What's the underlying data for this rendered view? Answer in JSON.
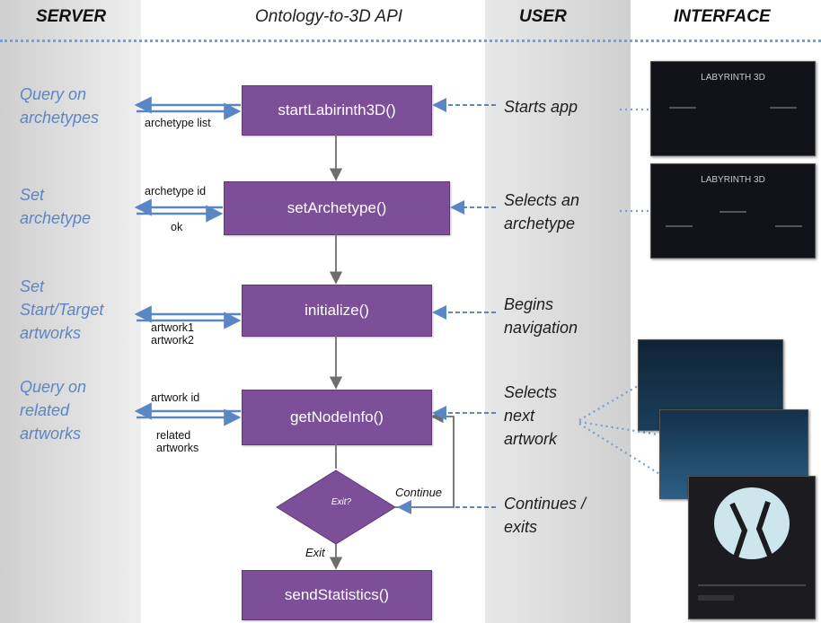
{
  "headers": {
    "server": "SERVER",
    "api": "Ontology-to-3D API",
    "user": "USER",
    "interface": "INTERFACE"
  },
  "server_actions": [
    {
      "lines": [
        "Query on",
        "archetypes"
      ]
    },
    {
      "lines": [
        "Set",
        "archetype"
      ]
    },
    {
      "lines": [
        "Set",
        "Start/Target",
        "artworks"
      ]
    },
    {
      "lines": [
        "Query on",
        "related",
        "artworks"
      ]
    }
  ],
  "api_functions": {
    "start": "startLabirinth3D()",
    "set_archetype": "setArchetype()",
    "initialize": "initialize()",
    "get_node_info": "getNodeInfo()",
    "exit_decision": "Exit?",
    "send_statistics": "sendStatistics()"
  },
  "messages": {
    "archetype_list": "archetype list",
    "archetype_id": "archetype id",
    "ok": "ok",
    "artwork1": "artwork1",
    "artwork2": "artwork2",
    "artwork_id": "artwork id",
    "related_artworks": [
      "related",
      "artworks"
    ]
  },
  "flow_labels": {
    "continue": "Continue",
    "exit": "Exit"
  },
  "user_actions": [
    {
      "lines": [
        "Starts app"
      ]
    },
    {
      "lines": [
        "Selects an",
        "archetype"
      ]
    },
    {
      "lines": [
        "Begins",
        "navigation"
      ]
    },
    {
      "lines": [
        "Selects",
        "next",
        "artwork"
      ]
    },
    {
      "lines": [
        "Continues /",
        "exits"
      ]
    }
  ],
  "interface_screens": {
    "screen1_title": "LABYRINTH 3D",
    "screen2_title": "LABYRINTH 3D"
  },
  "colors": {
    "box_fill": "#7e4f99",
    "arrow_blue": "#5b86c5",
    "server_text": "#5b86c5"
  }
}
